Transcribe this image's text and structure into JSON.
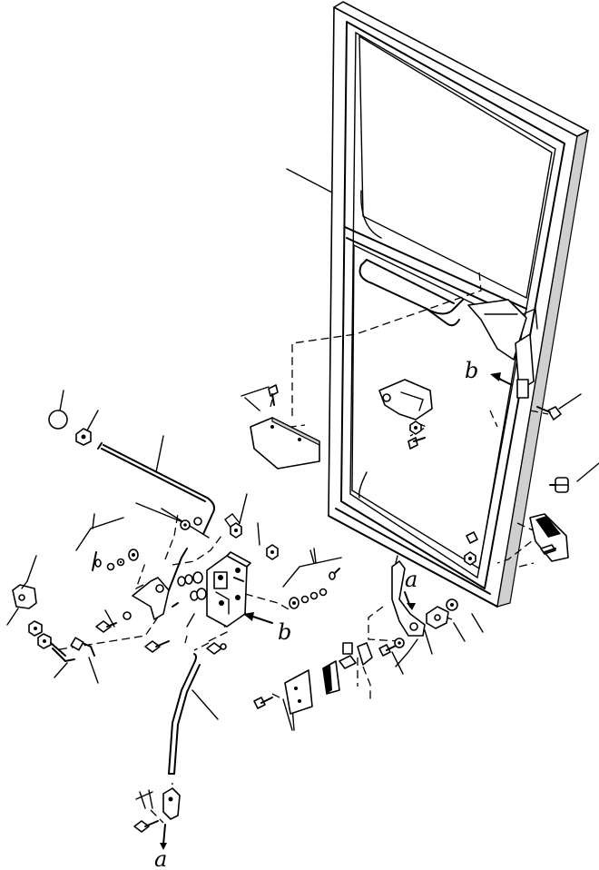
{
  "callouts": {
    "a_mid": "a",
    "b_lower": "b",
    "b_upper": "b",
    "a_bottom": "a"
  }
}
